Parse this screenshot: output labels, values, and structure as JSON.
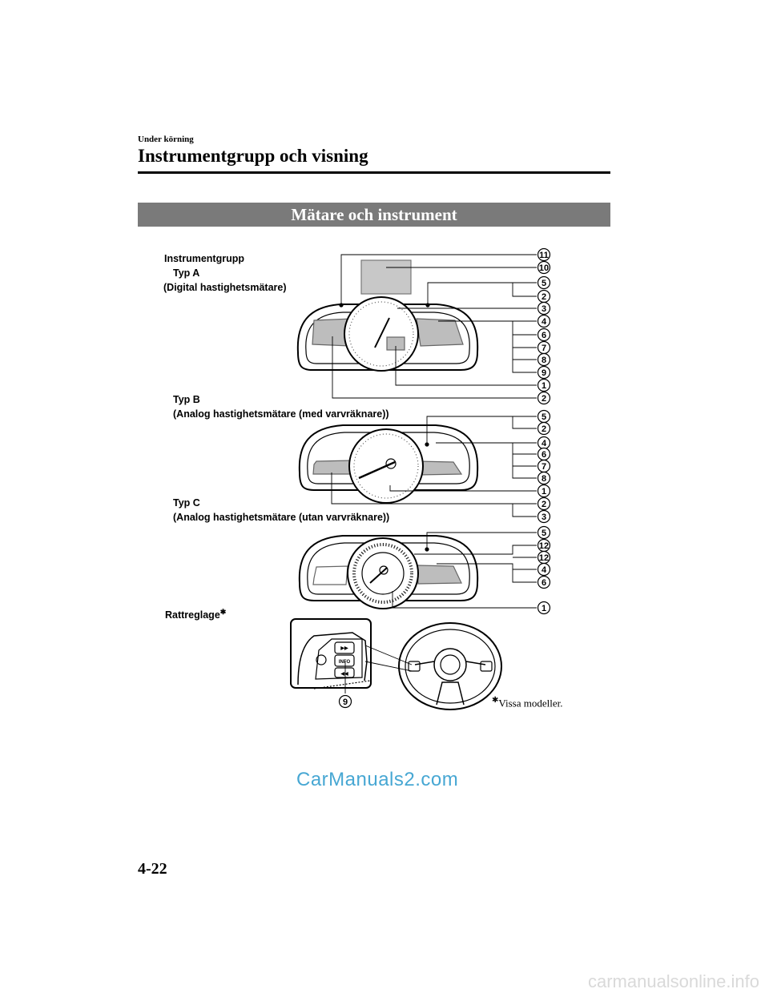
{
  "header": {
    "section_label": "Under körning",
    "page_title": "Instrumentgrupp och visning"
  },
  "banner": {
    "title": "Mätare och instrument"
  },
  "labels": {
    "instrument_cluster": "Instrumentgrupp",
    "type_a": "Typ A",
    "type_a_desc": "(Digital hastighetsmätare)",
    "type_b": "Typ B",
    "type_b_desc": "(Analog hastighetsmätare (med varvräknare))",
    "type_c": "Typ C",
    "type_c_desc": "(Analog hastighetsmätare (utan varvräknare))",
    "steering_controls": "Rattreglage"
  },
  "callouts": {
    "type_a": [
      "11",
      "10",
      "5",
      "2",
      "3",
      "4",
      "6",
      "7",
      "8",
      "9",
      "1",
      "2"
    ],
    "type_b": [
      "5",
      "2",
      "4",
      "6",
      "7",
      "8",
      "1",
      "2",
      "3"
    ],
    "type_c": [
      "5",
      "12",
      "12",
      "4",
      "6",
      "1"
    ],
    "steering": [
      "9"
    ]
  },
  "steering_buttons": {
    "info": "INFO"
  },
  "footnote": {
    "star": "✱",
    "text": "Vissa modeller."
  },
  "watermark": {
    "text": "CarManuals2.com"
  },
  "page_number": "4-22",
  "site_watermark": "carmanualsonline.info"
}
